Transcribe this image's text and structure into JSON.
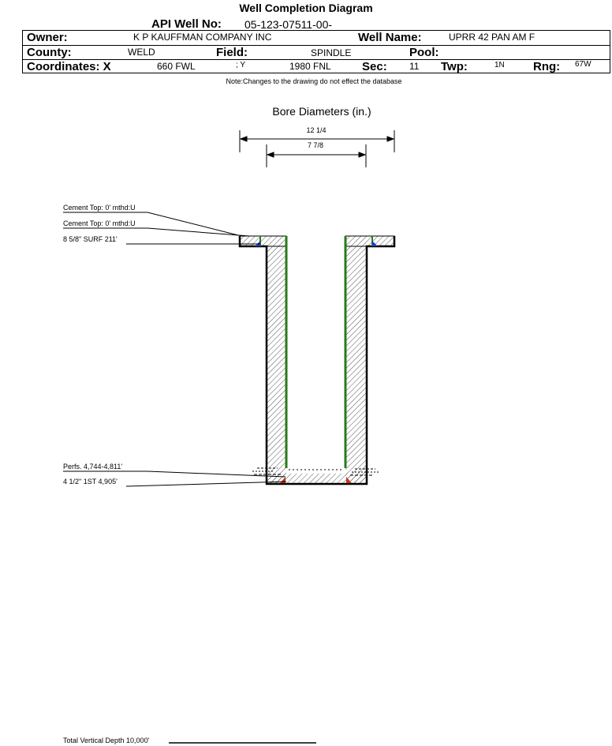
{
  "title": "Well Completion Diagram",
  "api": {
    "label": "API Well No:",
    "value": "05-123-07511-00-"
  },
  "header": {
    "owner_label": "Owner:",
    "owner": "K P KAUFFMAN COMPANY INC",
    "well_name_label": "Well Name:",
    "well_name": "UPRR 42 PAN AM F",
    "county_label": "County:",
    "county": "WELD",
    "field_label": "Field:",
    "field": "SPINDLE",
    "pool_label": "Pool:",
    "pool": "",
    "coord_label": "Coordinates: X",
    "coord_x": "660 FWL",
    "coord_y": "; Y",
    "coord_y_val": "1980 FNL",
    "sec_label": "Sec:",
    "sec": "11",
    "twp_label": "Twp:",
    "twp": "1N",
    "rng_label": "Rng:",
    "rng": "67W"
  },
  "note": "Note:Changes to the drawing do not effect the database",
  "bore": {
    "title": "Bore Diameters (in.)",
    "outer": "12 1/4",
    "inner": "7 7/8"
  },
  "callouts": {
    "cement_top_1": "Cement Top: 0' mthd:U",
    "cement_top_2": "Cement Top: 0' mthd:U",
    "surface_casing": "8 5/8\" SURF 211'",
    "perfs": "Perfs. 4,744-4,811'",
    "production_casing": "4 1/2\" 1ST 4,905'",
    "total_depth": "Total Vertical Depth 10,000'"
  }
}
